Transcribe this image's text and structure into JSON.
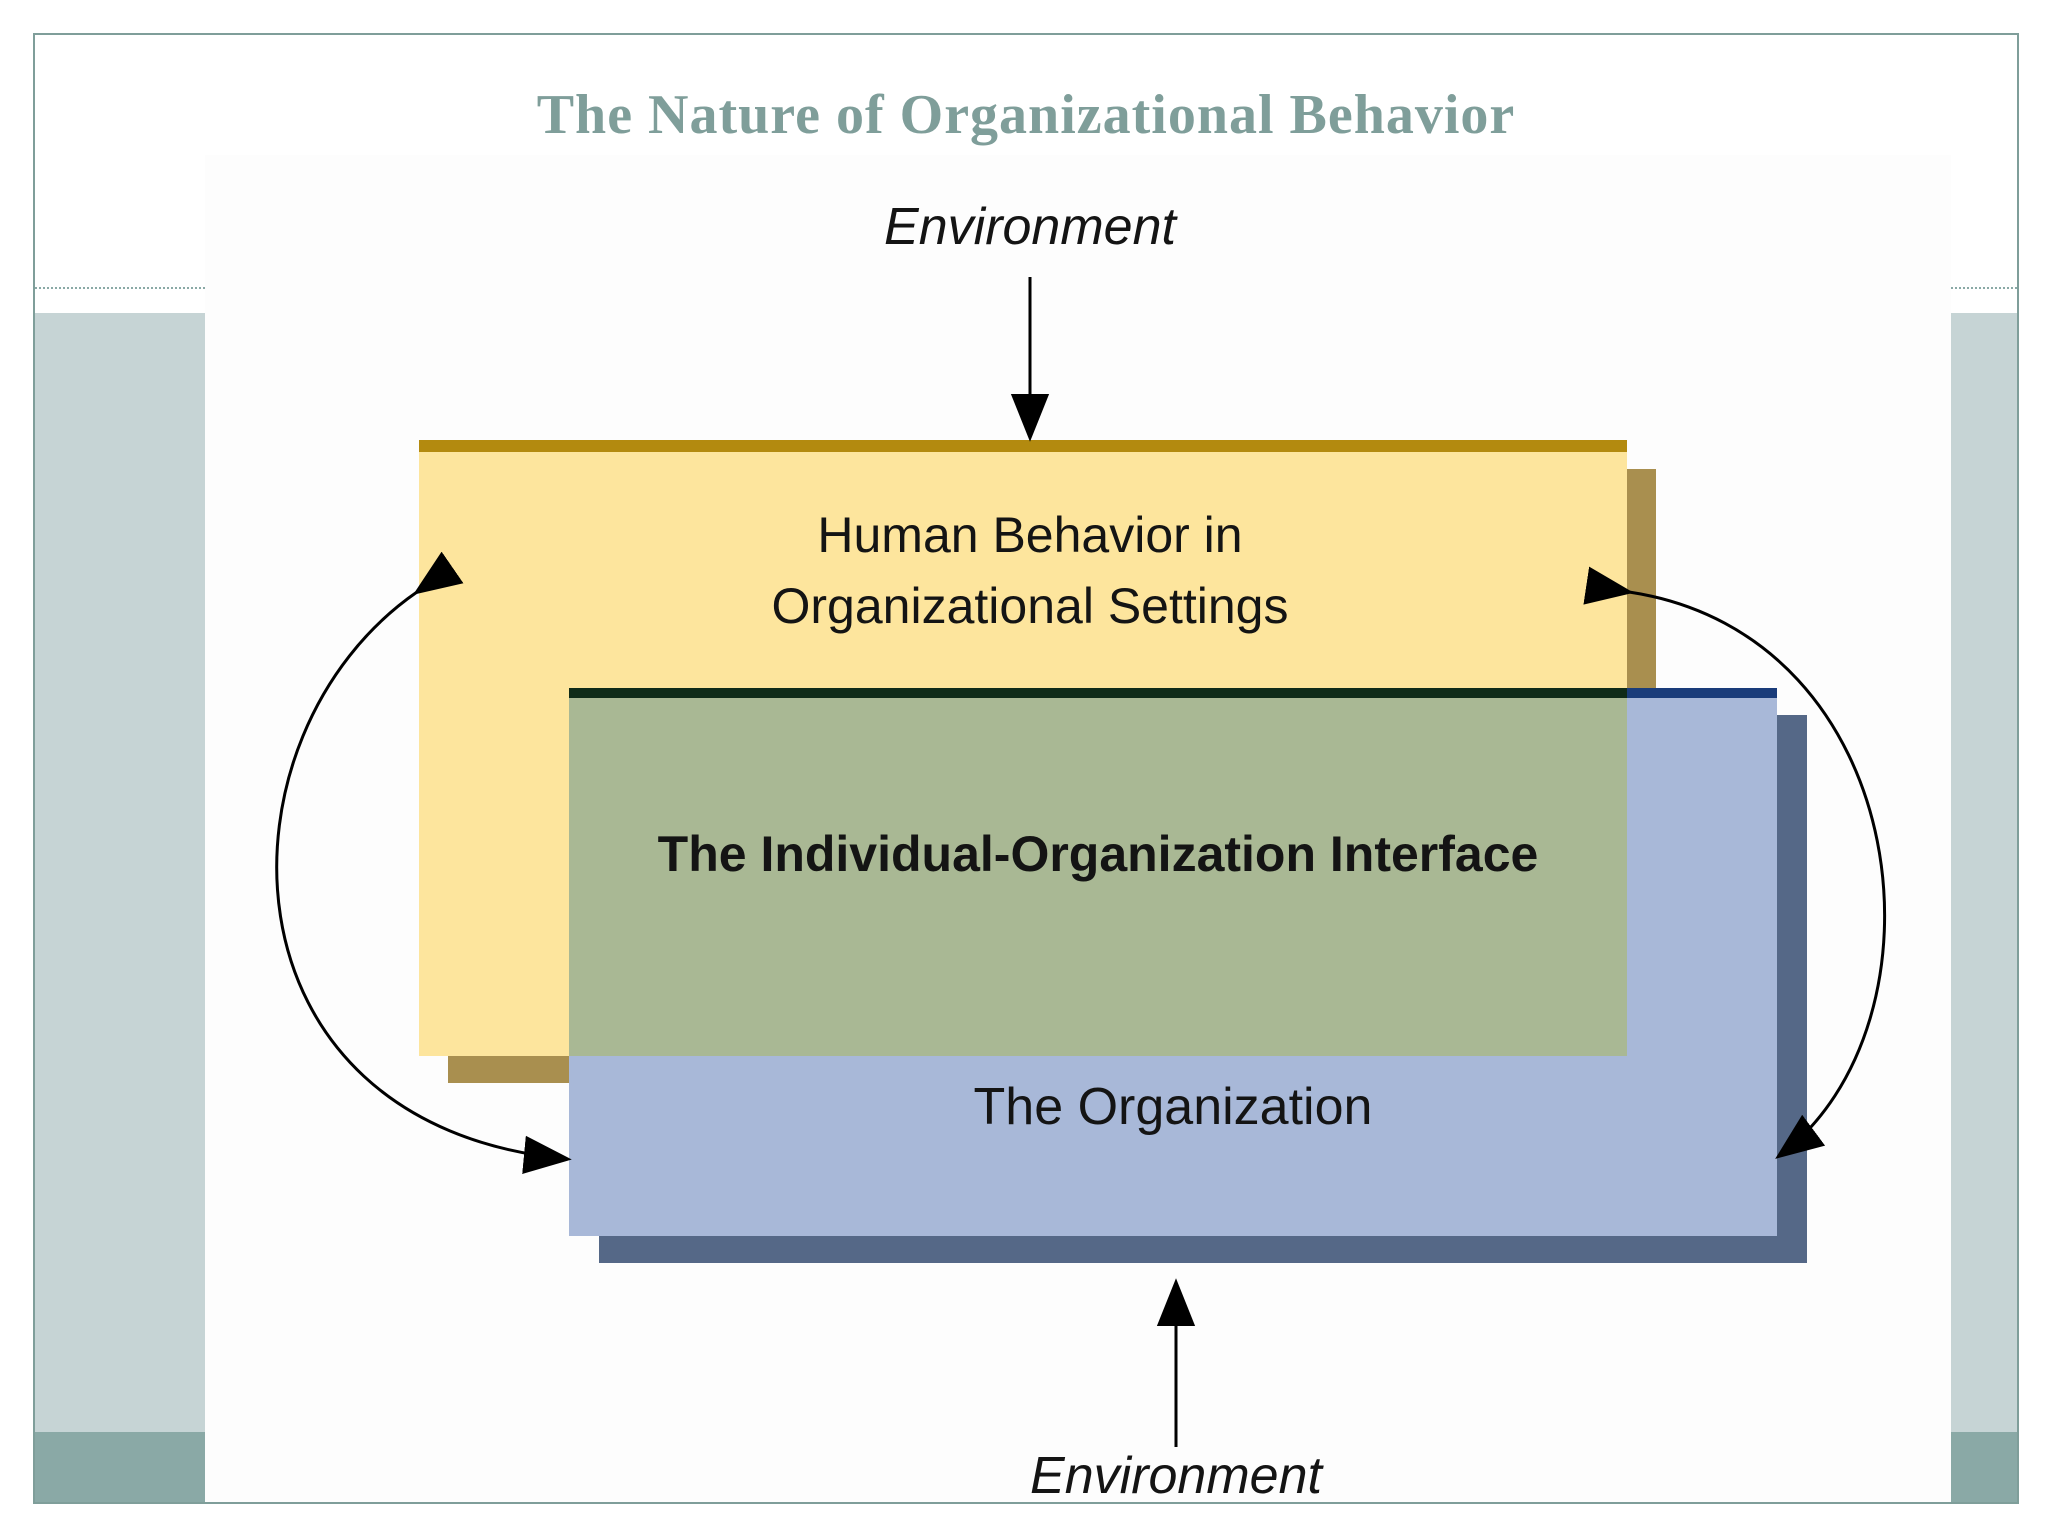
{
  "title": "The Nature of Organizational Behavior",
  "diagram": {
    "environment_top": "Environment",
    "environment_bottom": "Environment",
    "box_human_behavior": {
      "line1": "Human Behavior in",
      "line2": "Organizational Settings"
    },
    "box_interface": "The Individual-Organization Interface",
    "box_organization": "The Organization"
  },
  "colors": {
    "title": "#7f9e9a",
    "rail_light": "#c6d4d5",
    "rail_dark": "#8aa9a6",
    "human_box": "#fde59d",
    "human_shadow": "#a98f4f",
    "human_top_bar": "#b38a0f",
    "interface_box": "#a9b894",
    "interface_top_bar": "#0f2b18",
    "organization_box": "#a8b8d8",
    "organization_shadow": "#556887",
    "organization_top_bar": "#1a3c7a"
  }
}
